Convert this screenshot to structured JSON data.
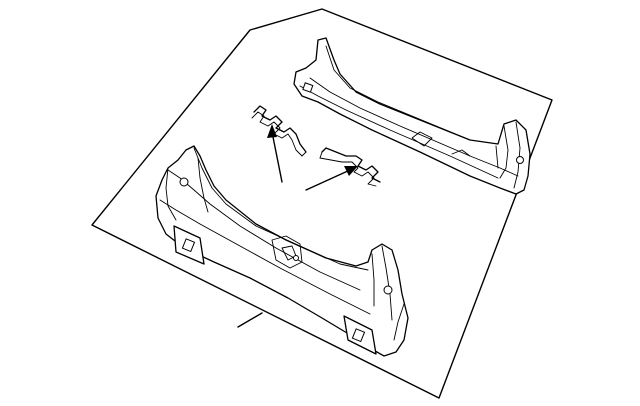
{
  "diagram": {
    "parts": [
      {
        "name": "rear-crossmember-front"
      },
      {
        "name": "rear-crossmember-rear"
      },
      {
        "name": "spring-clip-left"
      },
      {
        "name": "spring-clip-right"
      }
    ],
    "colors": {
      "line": "#000000",
      "background": "#ffffff"
    }
  }
}
